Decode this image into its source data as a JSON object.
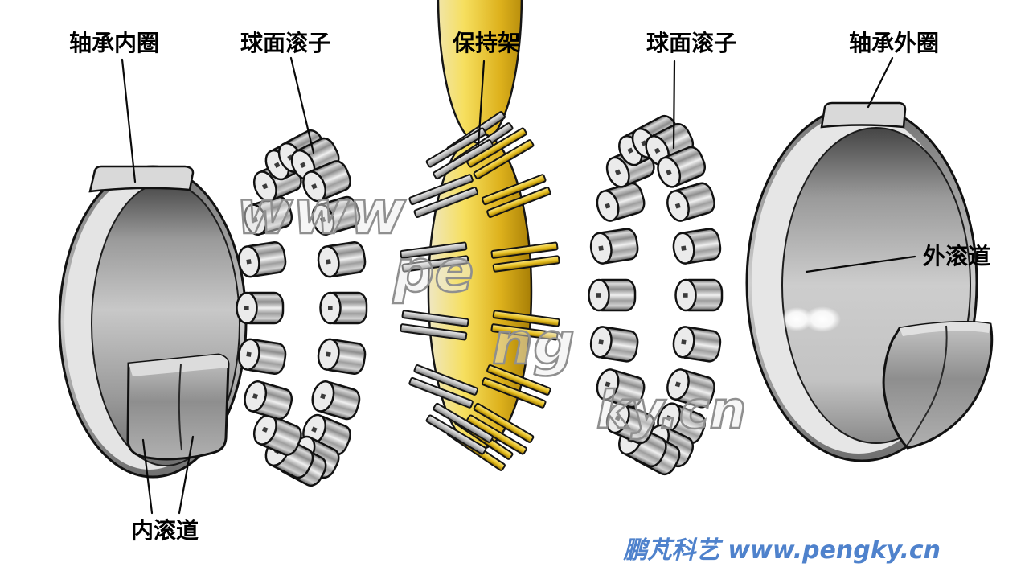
{
  "labels": {
    "inner_ring": "轴承内圈",
    "rollers_left": "球面滚子",
    "cage": "保持架",
    "rollers_right": "球面滚子",
    "outer_ring": "轴承外圈",
    "outer_raceway": "外滚道",
    "inner_raceway": "内滚道"
  },
  "watermark": {
    "part1": "www",
    "part2": "pe",
    "part3": "ng",
    "part4": "ky.cn"
  },
  "footer": {
    "brand": "鹏芃科艺",
    "site": "www.pengky.cn"
  },
  "colors": {
    "brand_blue": "#4f82cc",
    "cage_gold": "#e3bc1d",
    "metal_gray": "#c0c0c0",
    "outline": "#111111"
  }
}
